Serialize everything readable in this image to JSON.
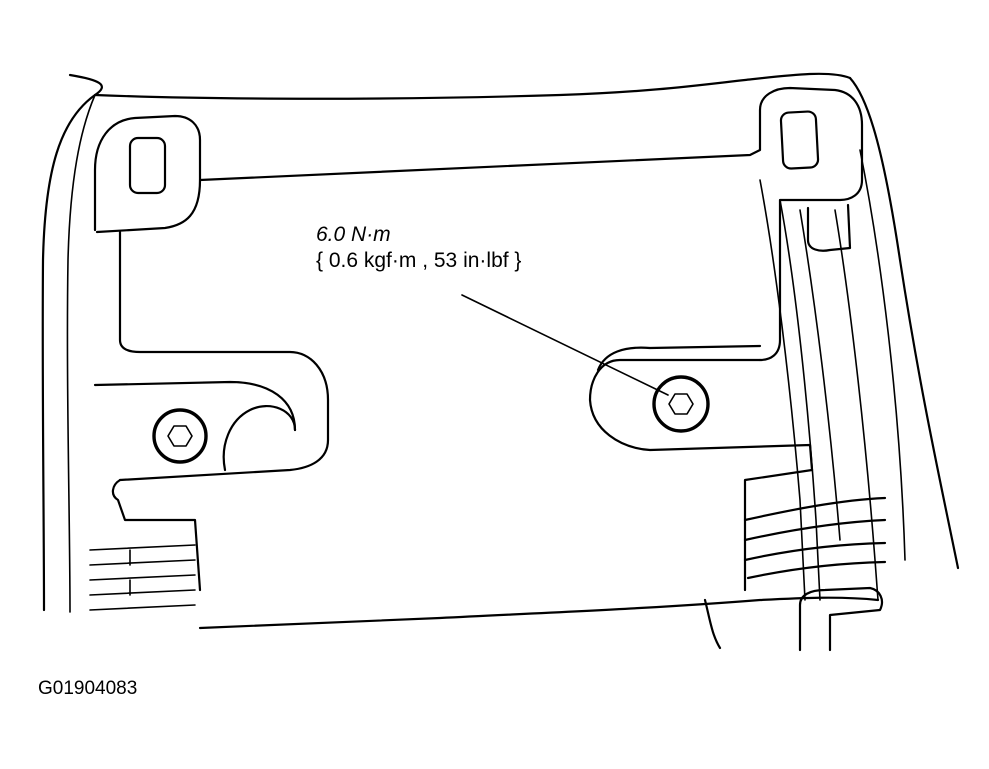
{
  "callout": {
    "torque_value": "6.0 N·m",
    "torque_conversion": "{ 0.6 kgf·m , 53 in·lbf }"
  },
  "figure_code": "G01904083",
  "colors": {
    "ink": "#000000",
    "background": "#ffffff"
  },
  "icons": [
    "hex-bolt-icon",
    "hex-bolt-icon"
  ]
}
